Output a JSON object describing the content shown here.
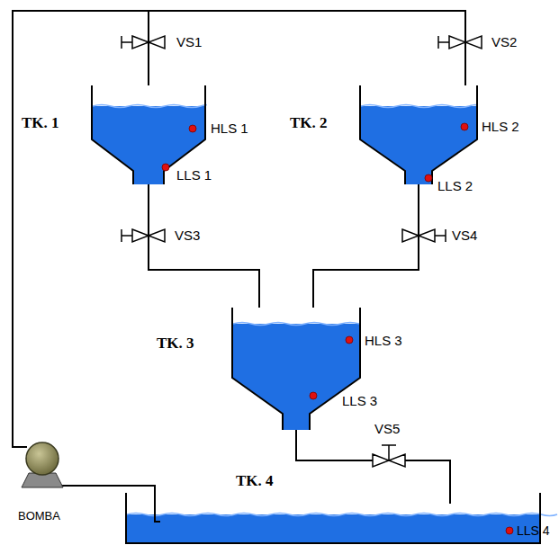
{
  "diagram": {
    "labels": [
      "VS1",
      "VS2",
      "TK. 1",
      "HLS 1",
      "TK. 2",
      "HLS 2",
      "LLS 1",
      "LLS 2",
      "VS3",
      "VS4",
      "TK. 3",
      "HLS 3",
      "LLS 3",
      "VS5",
      "BOMBA",
      "TK. 4",
      "LLS 4"
    ]
  }
}
